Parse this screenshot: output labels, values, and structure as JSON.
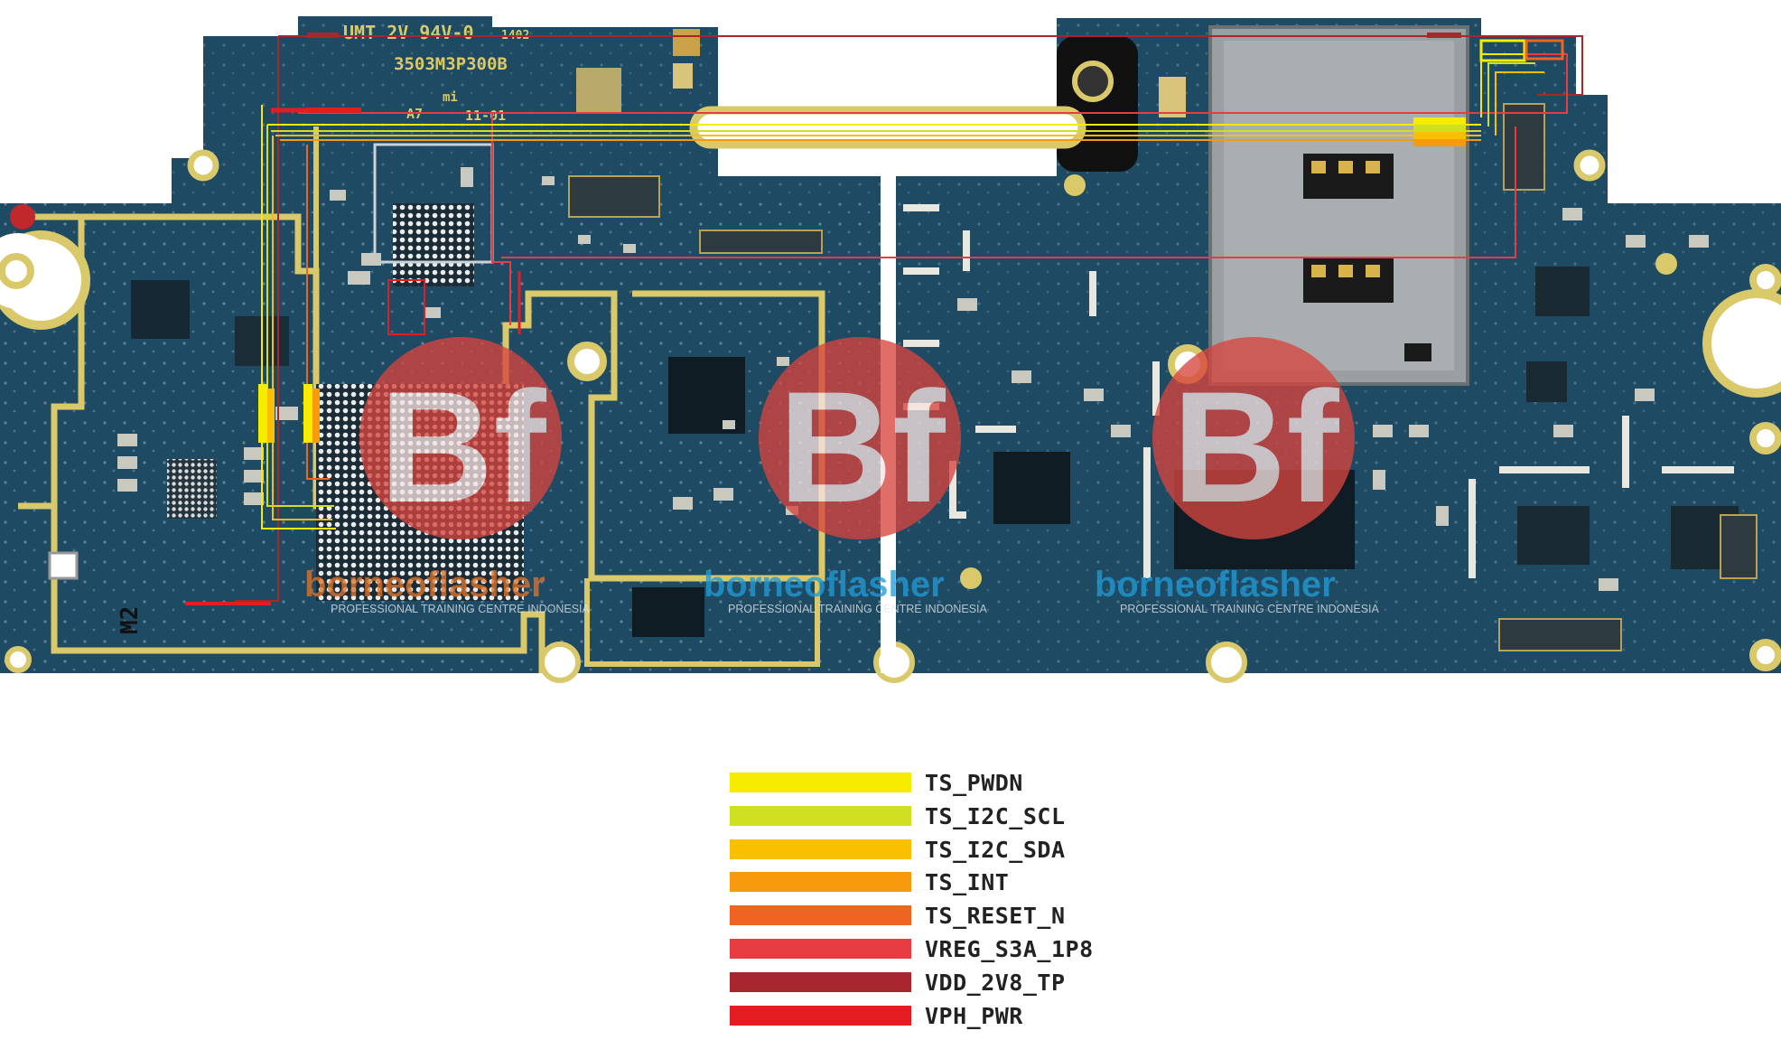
{
  "board": {
    "silkscreen": {
      "ul_mark": "UMT 2V 94V-0",
      "ul_code": "1402",
      "part_number": "3503M3P300B",
      "brand_mark": "mi",
      "rev_a7": "A7",
      "rev_date": "11-01",
      "model_mark": "M2"
    },
    "watermark": {
      "logo_letters": "Bf",
      "brand": "borneoflasher",
      "tagline": "PROFESSIONAL TRAINING CENTRE INDONESIA"
    },
    "colors": {
      "pcb": "#1f4a63",
      "gold": "#d9c96a",
      "shield": "#9a9fa2"
    }
  },
  "legend": [
    {
      "label": "TS_PWDN",
      "color": "#f7ec00"
    },
    {
      "label": "TS_I2C_SCL",
      "color": "#cfe021"
    },
    {
      "label": "TS_I2C_SDA",
      "color": "#fbbf00"
    },
    {
      "label": "TS_INT",
      "color": "#f89a0d"
    },
    {
      "label": "TS_RESET_N",
      "color": "#ef6422"
    },
    {
      "label": "VREG_S3A_1P8",
      "color": "#e83c43"
    },
    {
      "label": "VDD_2V8_TP",
      "color": "#a8262d"
    },
    {
      "label": "VPH_PWR",
      "color": "#e41c24"
    }
  ]
}
